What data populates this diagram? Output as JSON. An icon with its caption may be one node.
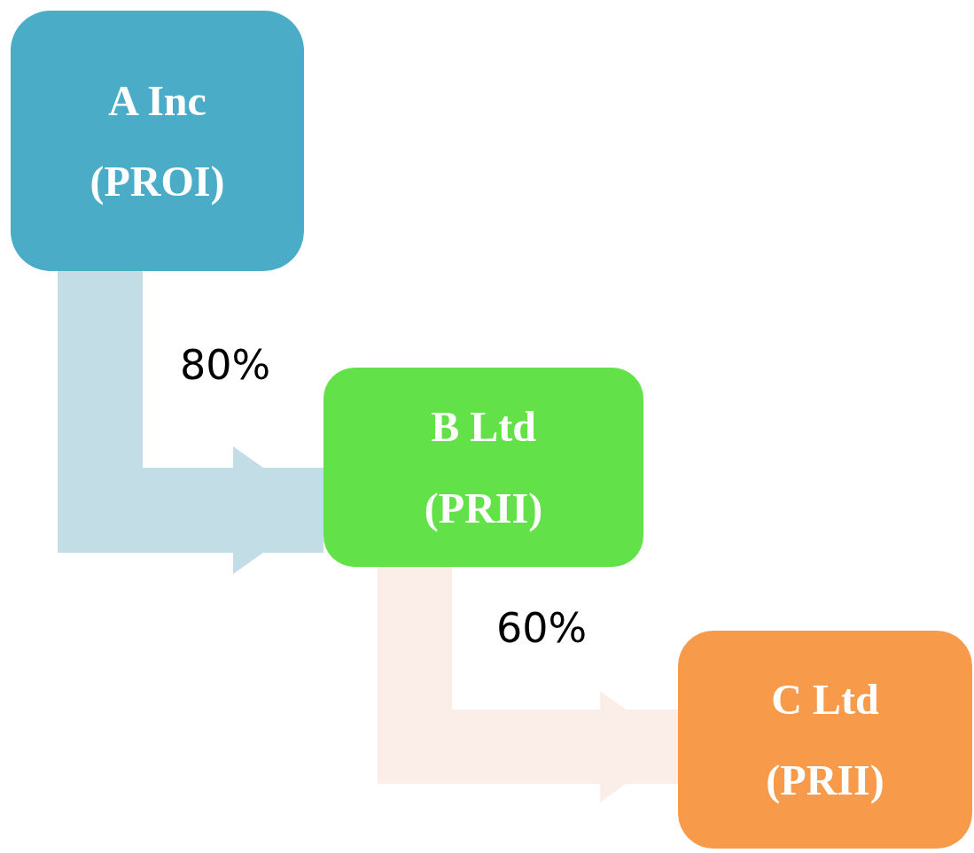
{
  "diagram": {
    "nodes": [
      {
        "text": [
          "A Inc",
          "(PROI)"
        ]
      },
      {
        "text": [
          "B Ltd",
          "(PRII)"
        ]
      },
      {
        "text": [
          "C Ltd",
          "(PRII)"
        ]
      }
    ],
    "edges": [
      {
        "from": 0,
        "to": 1,
        "arrow": "to",
        "label": "80%",
        "color": "#c2dde6"
      },
      {
        "from": 1,
        "to": 2,
        "arrow": "to",
        "label": "60%",
        "color": "#fbeee9"
      }
    ]
  }
}
